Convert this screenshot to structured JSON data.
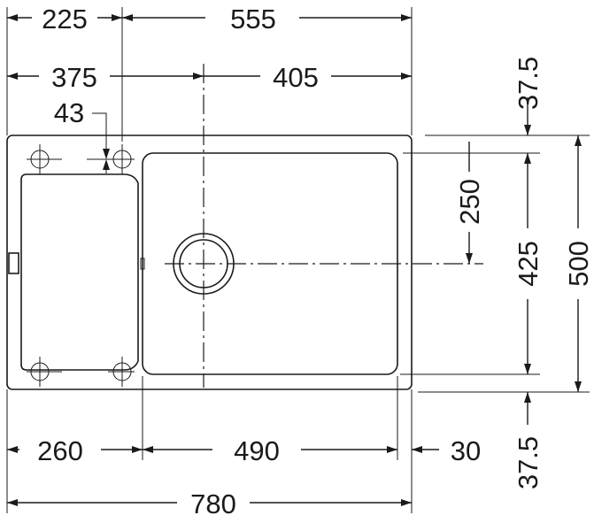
{
  "dimensions": {
    "top_left": "225",
    "top_right": "555",
    "second_left": "375",
    "second_right": "405",
    "drain_offset": "43",
    "bottom_left": "260",
    "bottom_middle": "490",
    "bottom_right": "30",
    "overall_width": "780",
    "right_top_margin": "37.5",
    "right_drain_height": "250",
    "right_bowl_height": "425",
    "right_bottom_margin": "37.5",
    "overall_height": "500"
  },
  "colors": {
    "line": "#1a1a1a",
    "background": "#ffffff"
  }
}
